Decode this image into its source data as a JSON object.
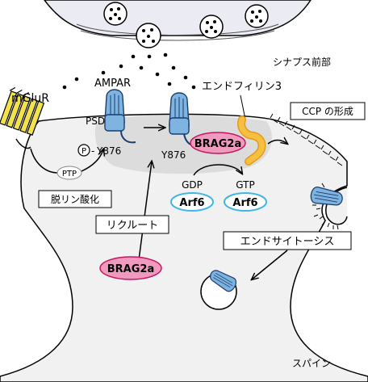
{
  "labels": {
    "presynapse": "シナプス前部",
    "ampar": "AMPAR",
    "endophilin": "エンドフィリン3",
    "mglur": "mGluR",
    "psd": "PSD",
    "ccp": "CCP の形成",
    "p_y876": "Y876",
    "phospho_p": "P",
    "y876": "Y876",
    "brag2a_psd": "BRAG2a",
    "ptp": "PTP",
    "gdp": "GDP",
    "gtp": "GTP",
    "arf6_gdp": "Arf6",
    "arf6_gtp": "Arf6",
    "dephosphorylation": "脱リン酸化",
    "recruit": "リクルート",
    "brag2a_free": "BRAG2a",
    "endocytosis": "エンドサイトーシス",
    "spine": "スパイン"
  },
  "colors": {
    "ampar_fill": "#7fb3e0",
    "ampar_stroke": "#1a3d6e",
    "brag2a_fill": "#f19ac0",
    "brag2a_stroke": "#c2185b",
    "endophilin_fill": "#f6bf3f",
    "arf6_stroke": "#3fb6e8",
    "mglur_fill": "#f2e24b",
    "psd_fill": "#dcdcdc",
    "cell_fill": "#f1f1f1",
    "synapse_fill": "#ebebf3"
  }
}
